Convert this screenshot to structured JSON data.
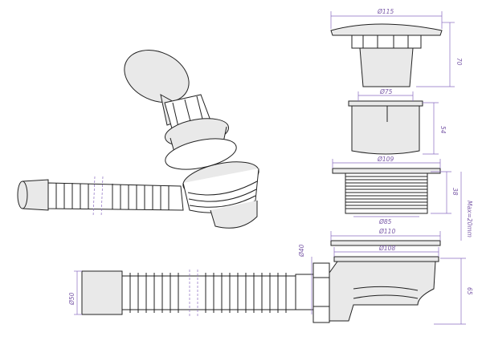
{
  "colors": {
    "dimension": "#7a5aa8",
    "outline": "#222222",
    "part_fill": "#e9e9e9"
  },
  "dimensions": {
    "cap_diameter": "Ø115",
    "cap_height": "70",
    "cup_diameter": "Ø75",
    "cup_height": "54",
    "flange_diameter": "Ø109",
    "thread_diameter": "Ø85",
    "thread_height": "38",
    "max_height": "Max=20mm",
    "ring_diameter": "Ø110",
    "body_diameter": "Ø108",
    "outlet_diameter": "Ø40",
    "hose_diameter": "Ø50",
    "trap_height": "65"
  }
}
